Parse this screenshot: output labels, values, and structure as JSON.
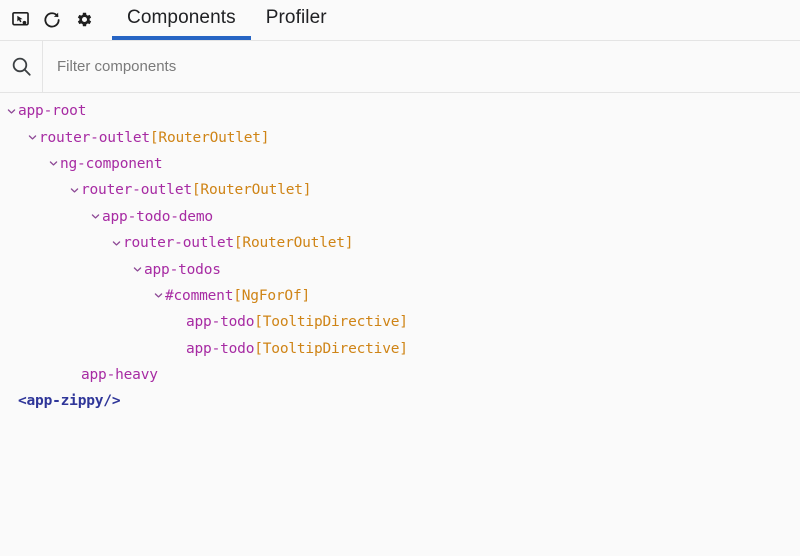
{
  "toolbar": {
    "icons": [
      {
        "name": "inspect-element-icon",
        "label": "Inspect element"
      },
      {
        "name": "refresh-icon",
        "label": "Refresh"
      },
      {
        "name": "gear-icon",
        "label": "Settings"
      }
    ],
    "tabs": [
      {
        "label": "Components",
        "active": true
      },
      {
        "label": "Profiler",
        "active": false
      }
    ]
  },
  "filter": {
    "icon": "search-icon",
    "placeholder": "Filter components",
    "value": ""
  },
  "colors": {
    "background": "#fafafa",
    "active_tab_underline": "#2765c4",
    "component_name": "#a72ba3",
    "directive_name": "#cf8416",
    "element_node": "#2f3699",
    "border": "#e4e4e4"
  },
  "tree": {
    "nodes": [
      {
        "depth": 0,
        "expandable": true,
        "name": "app-root",
        "directive": "",
        "kind": "component"
      },
      {
        "depth": 1,
        "expandable": true,
        "name": "router-outlet",
        "directive": "[RouterOutlet]",
        "kind": "component"
      },
      {
        "depth": 2,
        "expandable": true,
        "name": "ng-component",
        "directive": "",
        "kind": "component"
      },
      {
        "depth": 3,
        "expandable": true,
        "name": "router-outlet",
        "directive": "[RouterOutlet]",
        "kind": "component"
      },
      {
        "depth": 4,
        "expandable": true,
        "name": "app-todo-demo",
        "directive": "",
        "kind": "component"
      },
      {
        "depth": 5,
        "expandable": true,
        "name": "router-outlet",
        "directive": "[RouterOutlet]",
        "kind": "component"
      },
      {
        "depth": 6,
        "expandable": true,
        "name": "app-todos",
        "directive": "",
        "kind": "component"
      },
      {
        "depth": 7,
        "expandable": true,
        "name": "#comment",
        "directive": "[NgForOf]",
        "kind": "component"
      },
      {
        "depth": 8,
        "expandable": false,
        "name": "app-todo",
        "directive": "[TooltipDirective]",
        "kind": "component"
      },
      {
        "depth": 8,
        "expandable": false,
        "name": "app-todo",
        "directive": "[TooltipDirective]",
        "kind": "component"
      },
      {
        "depth": 3,
        "expandable": false,
        "name": "app-heavy",
        "directive": "",
        "kind": "component"
      },
      {
        "depth": 0,
        "expandable": false,
        "name": "<app-zippy/>",
        "directive": "",
        "kind": "element"
      }
    ]
  }
}
